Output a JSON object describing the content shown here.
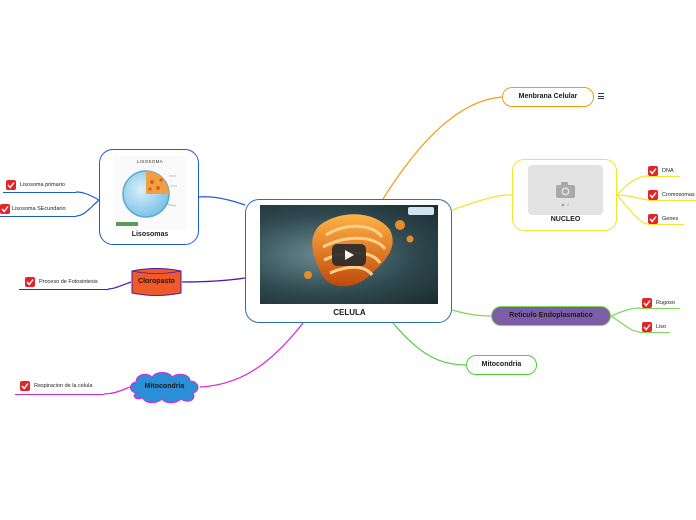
{
  "central": {
    "label": "CELULA"
  },
  "topics": {
    "membrana": {
      "label": "Menbrana Celular",
      "note_icon": "notes-icon"
    },
    "nucleo": {
      "label": "NUCLEO",
      "image_icon": "camera-icon"
    },
    "reticulo": {
      "label": "Reticulo Endoplasmatico"
    },
    "mitocondria_right": {
      "label": "Mitocondria"
    },
    "lisosomas": {
      "label": "Lisosomas",
      "image_title": "LISOSOMA"
    },
    "cloroplasto": {
      "label": "Cloropasto"
    },
    "mitocondria_left": {
      "label": "Mitocondria"
    }
  },
  "subtopics": {
    "nucleo": [
      "DNA",
      "Cromosomas",
      "Genes"
    ],
    "reticulo": [
      "Rugoso",
      "Liso"
    ],
    "lisosomas": [
      "Lisosoma primario",
      "Lisosoma SEcundario"
    ],
    "cloroplasto": [
      "Proceso de Fotosintesis"
    ],
    "mitocondria_left": [
      "Respiracion de la celula"
    ]
  },
  "colors": {
    "central_border": "#2c6fb3",
    "membrana_line": "#f39c12",
    "nucleo_line": "#f1e52d",
    "reticulo_line": "#7ed957",
    "mitocondria_right_line": "#4cd137",
    "lisosomas_line": "#1e5bd6",
    "cloroplasto_line": "#4a1aa8",
    "mitocondria_left_line": "#d926d9",
    "reticulo_fill": "#7b5ea7",
    "cloroplasto_fill": "#f05a28",
    "mitocondria_cloud_fill": "#2a8fd6",
    "check_red": "#e0252b"
  }
}
